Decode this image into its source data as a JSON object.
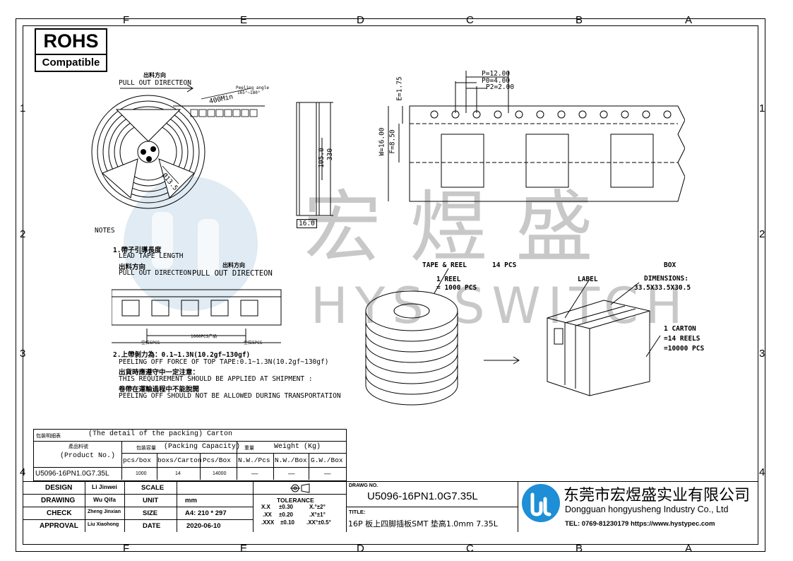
{
  "zones_top": [
    "F",
    "E",
    "D",
    "C",
    "B",
    "A"
  ],
  "zones_bottom": [
    "F",
    "E",
    "D",
    "C",
    "B",
    "A"
  ],
  "rows_left": [
    "1",
    "2",
    "3",
    "4"
  ],
  "rows_right": [
    "1",
    "2",
    "3",
    "4"
  ],
  "rohs": {
    "title": "ROHS",
    "subtitle": "Compatible"
  },
  "reel": {
    "pull_cn": "出料方向",
    "pull_en": "PULL OUT DIRECTEON",
    "length": "400Min",
    "peel": "Peeling angle",
    "peel_range": "165°~180°",
    "dia": "Ø13.5",
    "w1": "105.0",
    "w2": "330",
    "thk": "16.0"
  },
  "tape": {
    "p": "P=12.00",
    "p0": "P0=4.00",
    "p2": "P2=2.00",
    "e": "E=1.75",
    "f": "F=8.50",
    "w": "W=16.00"
  },
  "notes": {
    "title": "NOTES",
    "n1_cn": "1.帶子引導長度",
    "n1_en": "LEAD TAPE LENGTH",
    "n1_pull_cn": "出料方向",
    "n1_pull_en": "PULL OUT DIRECTEON",
    "n1_pull_en2": "PULL OUT DIRECTEON",
    "n1_pull_cn2": "出料方向",
    "strip_total": "1000PCS产品",
    "strip_left": "空位5PCS",
    "strip_right": "空位5PCS",
    "n2_cn": "2.上帶剝力為：0.1~1.3N(10.2gf~130gf)",
    "n2_en": "PEELING OFF FORCE OF TOP TAPE:0.1~1.3N(10.2gf~130gf)",
    "n2_req_cn": "出貨時應遵守中一定注意：",
    "n2_req_en": "THIS REQUIREMENT SHOULD BE APPLIED AT SHIPMENT :",
    "n2_no_cn": "卷帶在運輸過程中不能脫開",
    "n2_no_en": "PEELING OFF SHOULD NOT BE ALLOWED DURING TRANSPORTATION"
  },
  "pack": {
    "tape_reel": "TAPE & REEL",
    "tape_qty": "14 PCS",
    "reel1": "1 REEL",
    "reel2": "= 1000 PCS",
    "label": "LABEL",
    "box": "BOX",
    "dim1": "DIMENSIONS:",
    "dim2": "33.5X33.5X30.5",
    "c1": "1 CARTON",
    "c2": "=14 REELS",
    "c3": "=10000 PCS"
  },
  "packing_table": {
    "cn_title": "包裝明細表",
    "title": "(The detail of the packing) Carton",
    "product_cn": "產品料號",
    "product": "(Product No.)",
    "cap_cn": "包裝容量",
    "cap": "(Packing Capacity)",
    "wt_cn": "重量",
    "wt": "Weight (Kg)",
    "h": [
      "pcs/box",
      "boxs/Carton",
      "Pcs/Box",
      "N.W./Pcs",
      "N.W./Box",
      "G.W./Box"
    ],
    "row": [
      "U5096-16PN1.0G7.35L",
      "1000",
      "14",
      "14000",
      "—",
      "—",
      "—"
    ]
  },
  "title_block": {
    "design": "DESIGN",
    "design_v": "Li Jinwei",
    "drawing": "DRAWING",
    "drawing_v": "Wu Qifa",
    "check": "CHECK",
    "check_v": "Zheng Jinxian",
    "approval": "APPROVAL",
    "approval_v": "Liu Xiaohong",
    "scale": "SCALE",
    "scale_v": "",
    "unit": "UNIT",
    "unit_v": "mm",
    "size": "SIZE",
    "size_v": "A4: 210 * 297",
    "date": "DATE",
    "date_v": "2020-06-10",
    "tol": "TOLERANCE",
    "tol_rows": [
      [
        "X.X",
        "±0.30",
        "X.°±2°"
      ],
      [
        ".XX",
        "±0.20",
        ".X°±1°"
      ],
      [
        ".XXX",
        "±0.10",
        ".XX°±0.5°"
      ]
    ],
    "drawg_no": "DRAWG NO.",
    "drawg_no_v": "U5096-16PN1.0G7.35L",
    "title": "TITLE:",
    "title_v": "16P 板上四脚插板SMT 垫高1.0mm 7.35L",
    "company_cn": "东莞市宏煜盛实业有限公司",
    "company_en": "Dongguan hongyusheng Industry Co., Ltd",
    "tel": "TEL: 0769-81230179  https://www.hystypec.com"
  },
  "watermark": {
    "cn": "宏煜盛",
    "en": "HYS SWITCH"
  },
  "colors": {
    "logo_blue": "#1e8ed6",
    "watermark": "#c8c8c8"
  }
}
